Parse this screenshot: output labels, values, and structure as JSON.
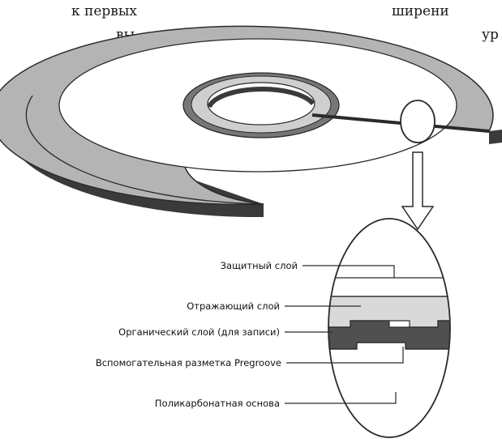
{
  "text_fragments": {
    "top_left_line1": "к первых",
    "top_left_line2": "вы-",
    "top_right_line1": "ширени",
    "top_right_line2": "ур"
  },
  "labels": {
    "protective": "Защитный слой",
    "reflective": "Отражающий слой",
    "organic": "Органический слой (для записи)",
    "pregroove": "Вспомогательная разметка Pregroove",
    "polycarbonate": "Поликарбонатная основа"
  },
  "colors": {
    "disc_gray": "#b4b4b4",
    "disc_edge": "#3a3a3a",
    "reflective_fill": "#d9d9d9",
    "organic_fill": "#505050",
    "hub_light": "#cfcfcf",
    "hub_dark": "#777777"
  }
}
